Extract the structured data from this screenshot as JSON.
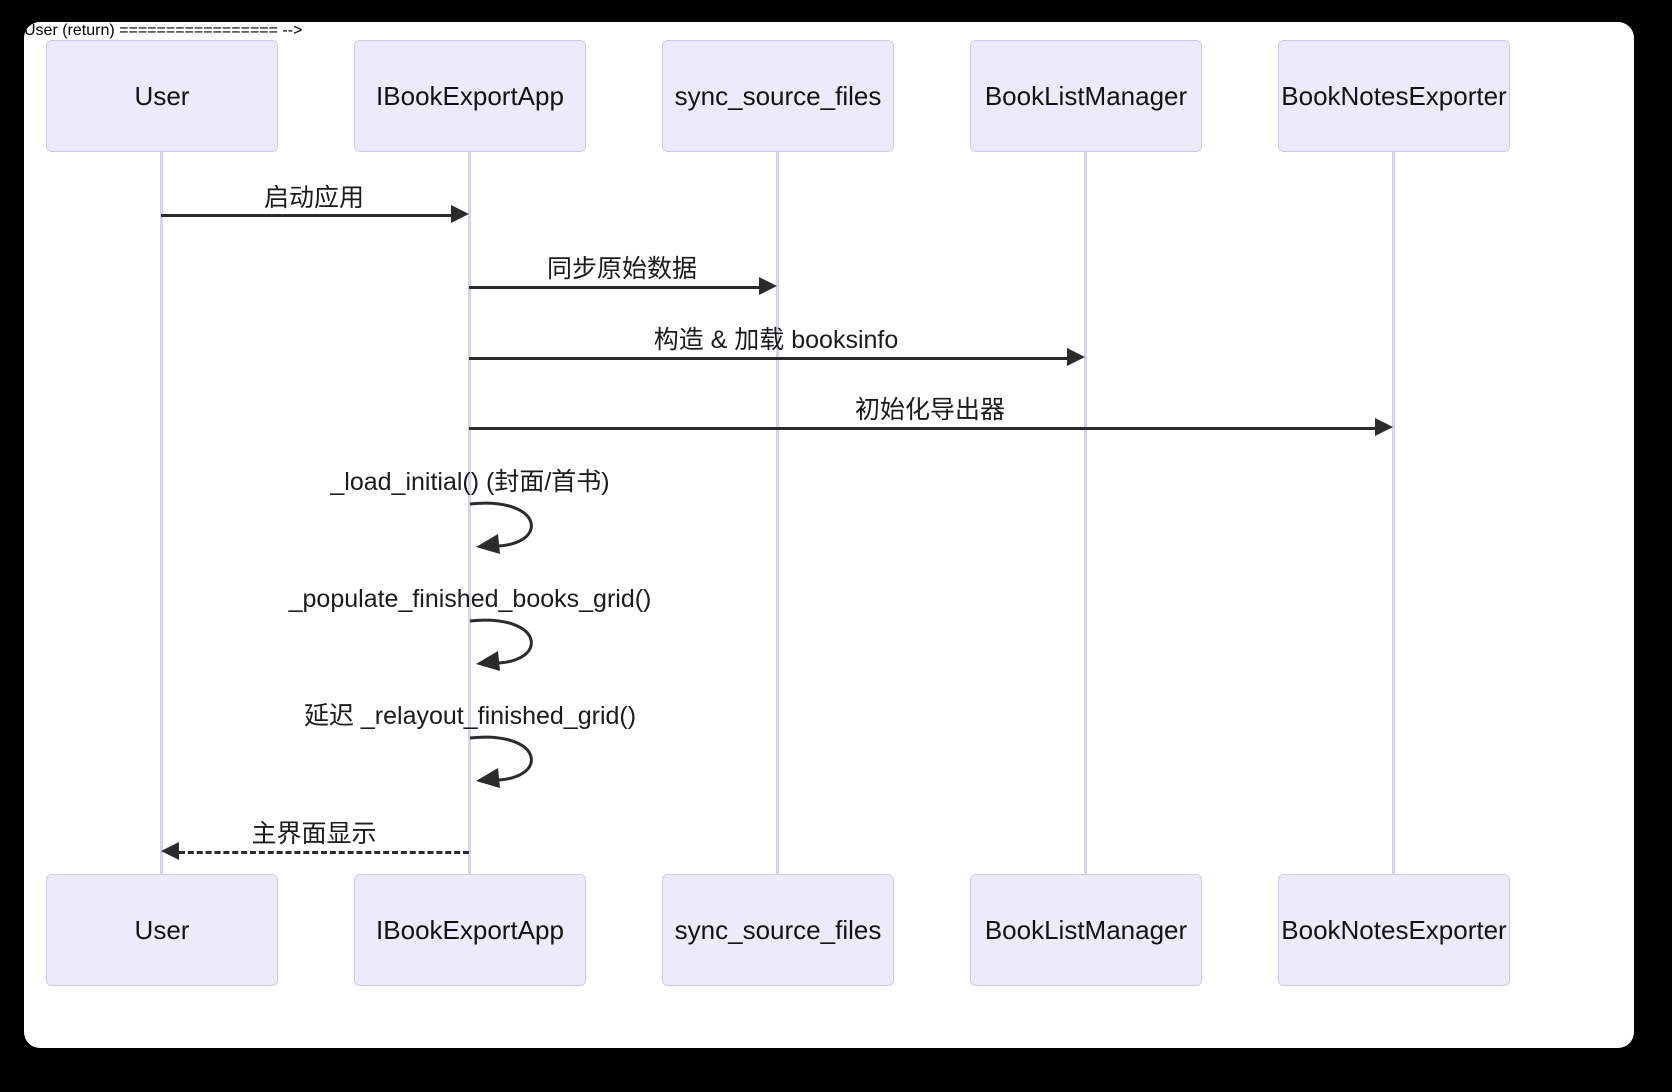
{
  "diagram": {
    "type": "sequence-diagram",
    "title": "",
    "background": "#000000",
    "canvas_color": "#ffffff",
    "participant_fill": "#ECEAFB",
    "participant_border": "#D0C8EE",
    "lifeline_color": "#D8D2F0",
    "arrow_color": "#2b2b2b",
    "participants": [
      {
        "id": "user",
        "label": "User"
      },
      {
        "id": "app",
        "label": "IBookExportApp"
      },
      {
        "id": "sync",
        "label": "sync_source_files"
      },
      {
        "id": "booklist",
        "label": "BookListManager"
      },
      {
        "id": "notes",
        "label": "BookNotesExporter"
      }
    ],
    "messages": [
      {
        "index": 0,
        "from": "user",
        "to": "app",
        "label": "启动应用",
        "kind": "sync",
        "style": "solid"
      },
      {
        "index": 1,
        "from": "app",
        "to": "sync",
        "label": "同步原始数据",
        "kind": "sync",
        "style": "solid"
      },
      {
        "index": 2,
        "from": "app",
        "to": "booklist",
        "label": "构造 & 加载 booksinfo",
        "kind": "sync",
        "style": "solid"
      },
      {
        "index": 3,
        "from": "app",
        "to": "notes",
        "label": "初始化导出器",
        "kind": "sync",
        "style": "solid"
      },
      {
        "index": 4,
        "from": "app",
        "to": "app",
        "label": "_load_initial() (封面/首书)",
        "kind": "self",
        "style": "solid"
      },
      {
        "index": 5,
        "from": "app",
        "to": "app",
        "label": "_populate_finished_books_grid()",
        "kind": "self",
        "style": "solid"
      },
      {
        "index": 6,
        "from": "app",
        "to": "app",
        "label": "延迟 _relayout_finished_grid()",
        "kind": "self",
        "style": "solid"
      },
      {
        "index": 7,
        "from": "app",
        "to": "user",
        "label": "主界面显示",
        "kind": "return",
        "style": "dashed"
      }
    ]
  }
}
